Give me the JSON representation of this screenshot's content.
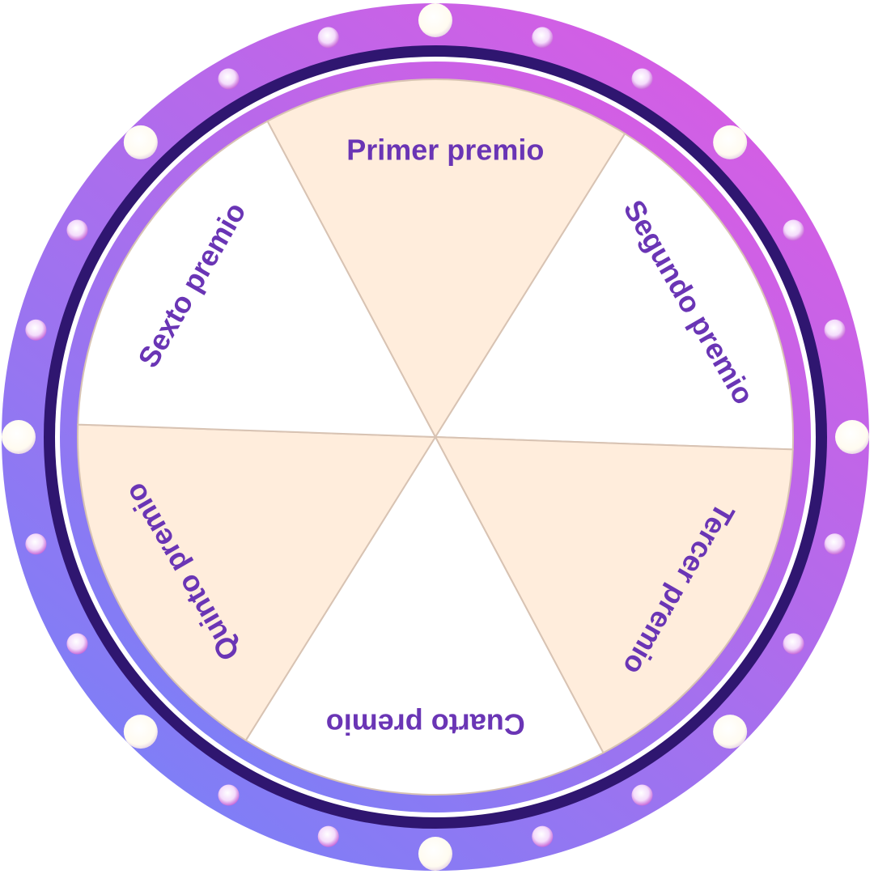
{
  "wheel": {
    "segments": [
      {
        "label": "Primer premio",
        "fill": "#ffeddc"
      },
      {
        "label": "Segundo premio",
        "fill": "#ffffff"
      },
      {
        "label": "Tercer premio",
        "fill": "#ffeddc"
      },
      {
        "label": "Cuarto premio",
        "fill": "#ffffff"
      },
      {
        "label": "Quinto premio",
        "fill": "#ffeddc"
      },
      {
        "label": "Sexto premio",
        "fill": "#ffffff"
      }
    ],
    "colors": {
      "label": "#6a35b5",
      "ring_top": "#d95ce3",
      "ring_bottom": "#7a80f7",
      "dark_ring": "#2f1670",
      "divider": "#d8c3b3"
    },
    "lights": {
      "large_count": 8,
      "small_per_gap": 2
    }
  }
}
